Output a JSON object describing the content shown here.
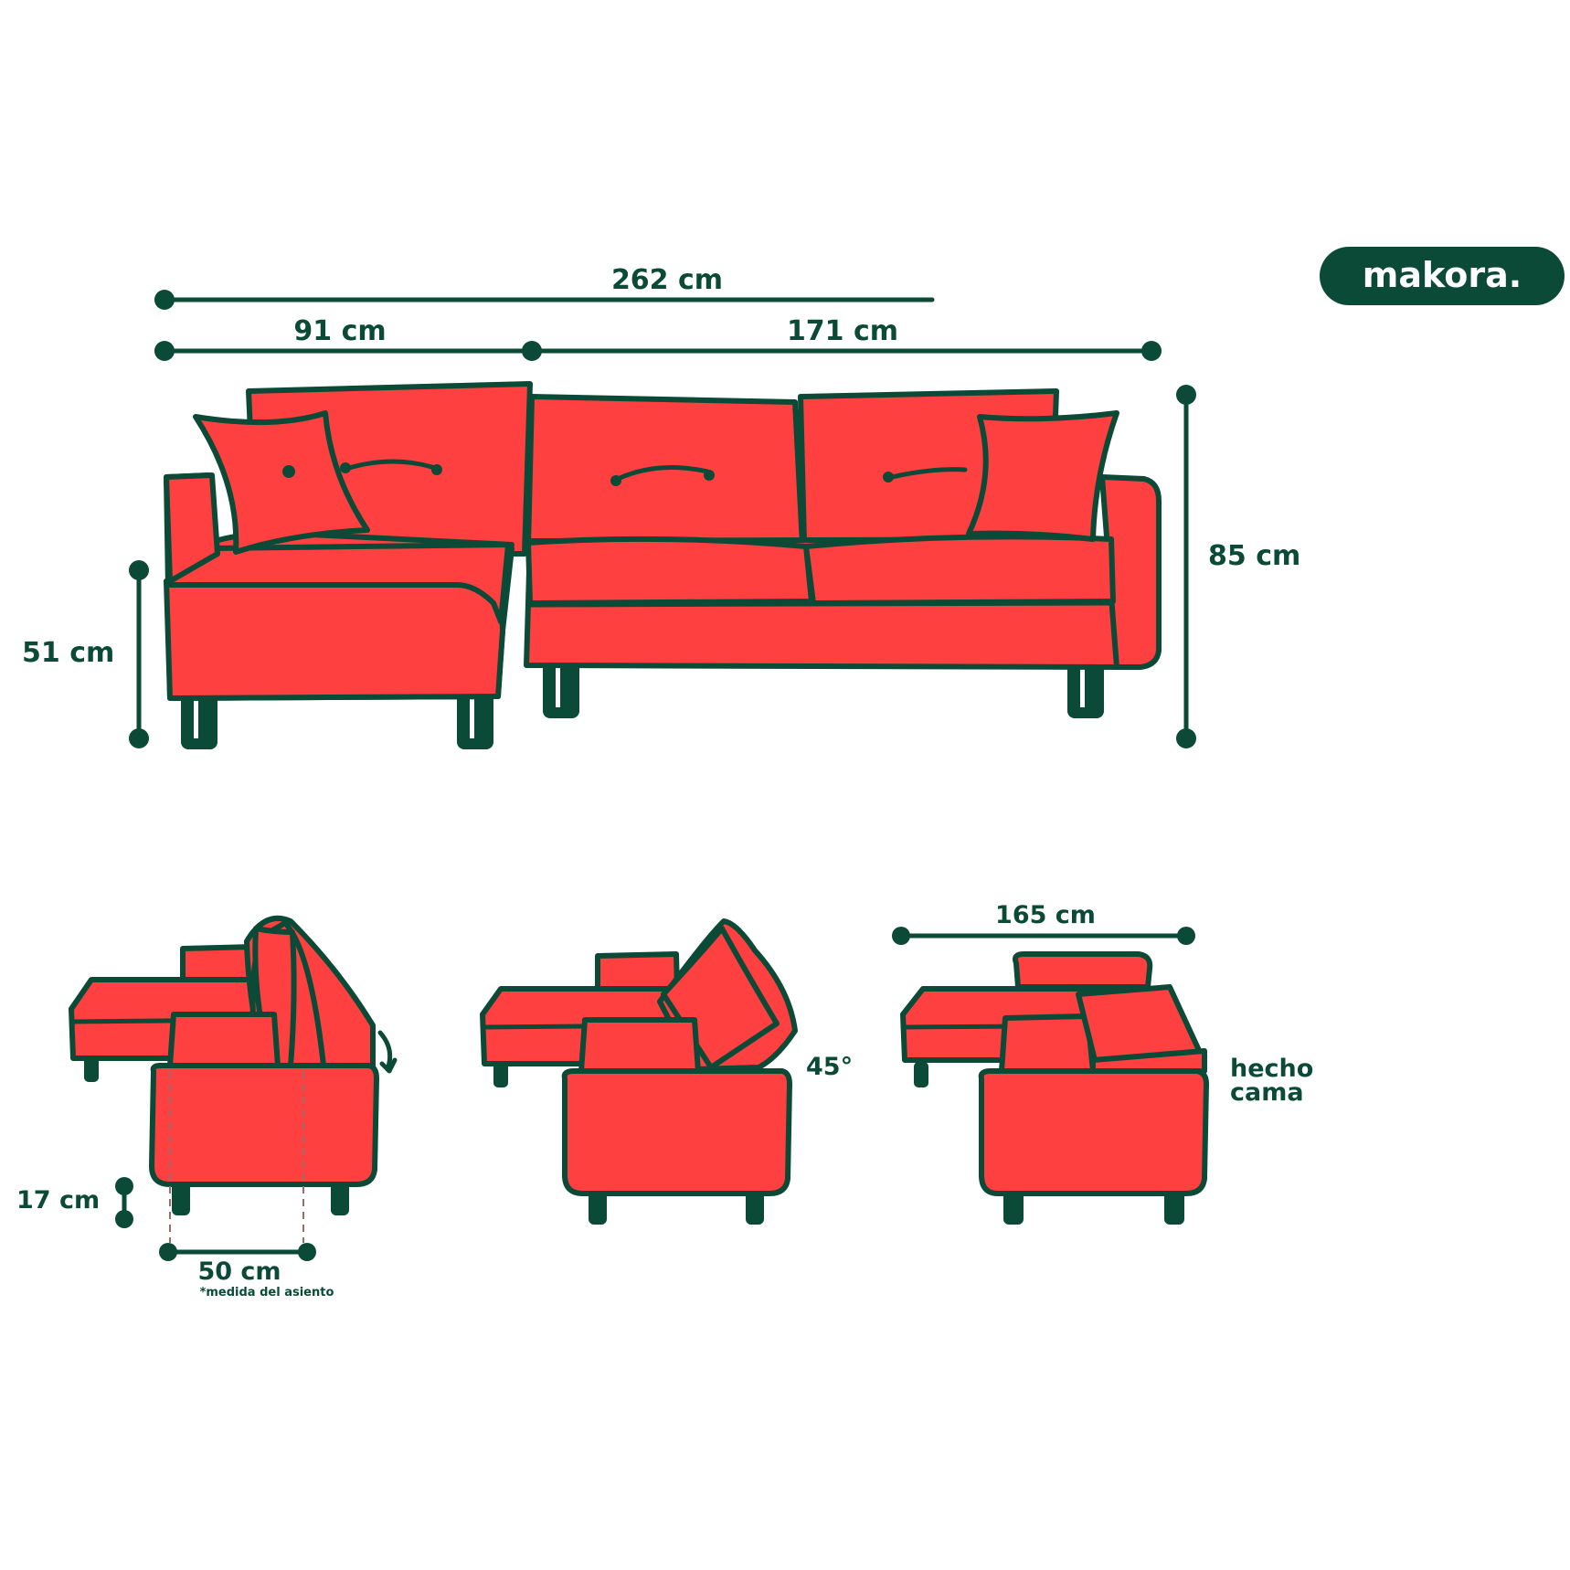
{
  "brand": {
    "logo_text": "makora.",
    "color": "#0b4a36"
  },
  "colors": {
    "sofa_fill": "#ff4040",
    "outline": "#0b4a36",
    "background": "#ffffff"
  },
  "dimensions": {
    "total_width": "262 cm",
    "chaise_width": "91 cm",
    "sofa_width": "171 cm",
    "total_height": "85 cm",
    "seat_height": "51 cm",
    "leg_height": "17 cm",
    "seat_depth": "50 cm",
    "seat_depth_note": "*medida del asiento",
    "bed_width": "165 cm"
  },
  "annotations": {
    "recline_angle": "45°",
    "bed_mode": [
      "hecho",
      "cama"
    ]
  }
}
